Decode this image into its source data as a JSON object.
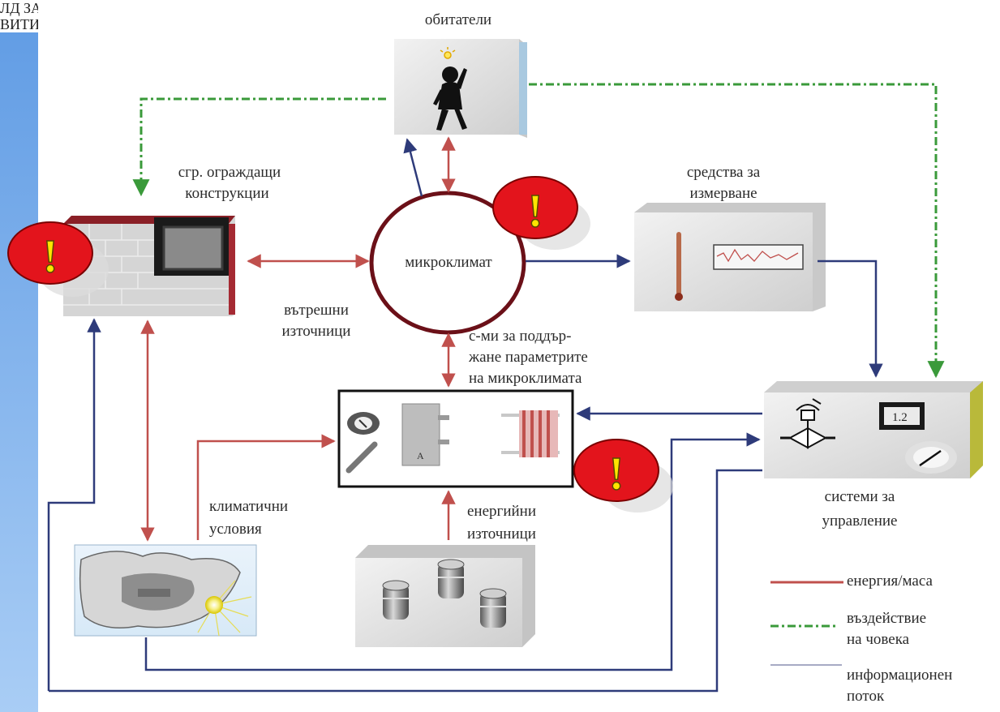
{
  "corner_text": {
    "line1": "ЛД ЗА",
    "line2": "ВИТИ"
  },
  "nodes": {
    "occupants": "обитатели",
    "envelope_line1": "сгр. ограждащи",
    "envelope_line2": "конструкции",
    "microclimate": "микроклимат",
    "measuring_line1": "средства за",
    "measuring_line2": "измерване",
    "internal_line1": "вътрешни",
    "internal_line2": "източници",
    "support_line1": "с-ми за поддър-",
    "support_line2": "жане параметрите",
    "support_line3": "на микроклимата",
    "climate_line1": "климатични",
    "climate_line2": "условия",
    "energy_line1": "енергийни",
    "energy_line2": "източници",
    "control_line1": "системи за",
    "control_line2": "управление",
    "gauge_value": "1.2"
  },
  "legend": {
    "energy": "енергия/маса",
    "human_line1": "въздействие",
    "human_line2": "на човека",
    "info_line1": "информационен",
    "info_line2": "поток"
  },
  "warning_symbol": "!",
  "colors": {
    "energy_arrow": "#c0504d",
    "info_arrow": "#2e3b7a",
    "human_arrow": "#3a9a3a",
    "warning_fill": "#e3141c",
    "warning_mark": "#ffe500",
    "control_edge": "#b9b93a"
  }
}
